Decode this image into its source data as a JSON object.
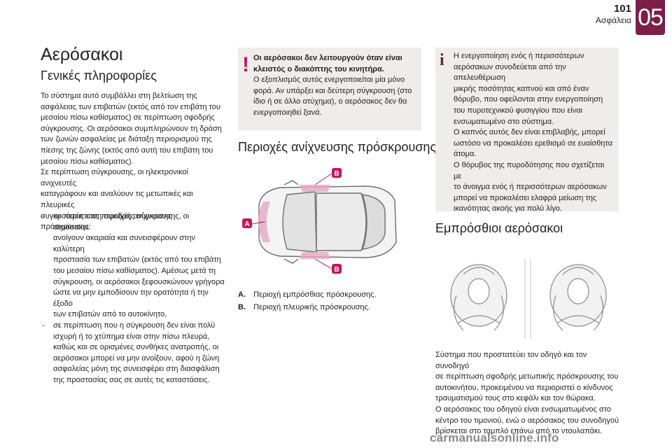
{
  "header": {
    "page_number": "101",
    "section": "Ασφάλεια",
    "chapter": "05"
  },
  "main": {
    "title": "Αερόσακοι",
    "general": {
      "heading": "Γενικές πληροφορίες",
      "intro": "Το σύστημα αυτό συμβάλλει στη βελτίωση της\nασφάλειας των επιβατών (εκτός από τον επιβάτη του\nμεσαίου πίσω καθίσματος) σε περίπτωση σφοδρής\nσύγκρουσης. Οι αερόσακοι συμπληρώνουν τη δράση\nτων ζωνών ασφαλείας με διάταξη περιορισμού της\nπίεσης της ζώνης (εκτός από αυτή του επιβάτη του\nμεσαίου πίσω καθίσματος).\nΣε περίπτωση σύγκρουσης, οι ηλεκτρονικοί ανιχνευτές\nκαταγράφουν και αναλύουν τις μετωπικές και πλευρικές\nσυγκρούσεις στις περιοχές ανίχνευσης πρόσκρουσης:",
      "bullets": [
        "σε περίπτωση σφοδρής σύγκρουσης, οι αερόσακοι\nανοίγουν ακαριαία και συνεισφέρουν στην καλύτερη\nπροστασία των επιβατών (εκτός από του επιβάτη\nτου μεσαίου πίσω καθίσματος). Αμέσως μετά τη\nσύγκρουση, οι αερόσακοι ξεφουσκώνουν γρήγορα\nώστε να μην εμποδίσουν την ορατότητα ή την έξοδο\nτων επιβατών από το αυτοκίνητο,",
        "σε περίπτωση που η σύγκρουση δεν είναι πολύ\nισχυρή ή το χτύπημα είναι στην πίσω πλευρά,\nκαθώς και σε ορισμένες συνθήκες ανατροπής, οι\nαερόσακοι μπορεί να μην ανοίξουν, αφού η ζώνη\nασφαλείας μόνη της συνεισφέρει στη διασφάλιση\nτης προστασίας σας σε αυτές τις καταστάσεις."
      ]
    },
    "warning": {
      "mark": "!",
      "title": "Οι αερόσακοι δεν λειτουργούν όταν είναι κλειστός ο διακόπτης του κινητήρα.",
      "text": "Ο εξοπλισμός αυτός ενεργοποιείται μία μόνο\nφορά. Αν υπάρξει και δεύτερη σύγκρουση (στο\nίδιο ή σε άλλο ατύχημα), ο αερόσακος δεν θα\nενεργοποιηθεί ξανά."
    },
    "zones": {
      "heading": "Περιοχές ανίχνευσης πρόσκρουσης",
      "figure_labels": {
        "a": "A",
        "b_top": "B",
        "b_bottom": "B"
      },
      "legend": [
        {
          "key": "A.",
          "text": "Περιοχή εμπρόσθιας πρόσκρουσης."
        },
        {
          "key": "B.",
          "text": "Περιοχή πλευρικής πρόσκρουσης."
        }
      ]
    },
    "info": {
      "mark": "i",
      "text": "Η ενεργοποίηση ενός ή περισσότερων\nαερόσακων συνοδεύεται από την απελευθέρωση\nμικρής ποσότητας καπνού και από έναν\nθόρυβο, που οφείλονται στην ενεργοποίηση\nτου πυροτεχνικού φυσιγγίου που είναι\nενσωματωμένο στο σύστημα.\nΟ καπνός αυτός δεν είναι επιβλαβής, μπορεί\nωστόσο να προκαλέσει ερεθισμό σε ευαίσθητα\nάτομα.\nΟ θόρυβος της πυροδότησης που σχετίζεται με\nτο άνοιγμα ενός ή περισσότερων αερόσακων\nμπορεί να προκαλέσει ελαφρά μείωση της\nικανότητας ακοής για πολύ λίγο."
    },
    "front": {
      "heading": "Εμπρόσθιοι αερόσακοι",
      "text": "Σύστημα που προστατεύει τον οδηγό και τον συνοδηγό\nσε περίπτωση σφοδρής μετωπικής πρόσκρουσης του\nαυτοκινήτου, προκειμένου να περιοριστεί ο κίνδυνος\nτραυματισμού τους στο κεφάλι και τον θώρακα.\nΟ αερόσακος του οδηγού είναι ενσωματωμένος στο\nκέντρο του τιμονιού, ενώ ο αερόσακος του συνοδηγού\nβρίσκεται στο ταμπλό επάνω από το ντουλαπάκι."
    }
  },
  "watermark": "carmanualsonline.info",
  "colors": {
    "accent": "#7a2048",
    "zone_label": "#c2185b",
    "box_bg": "#efedea"
  }
}
